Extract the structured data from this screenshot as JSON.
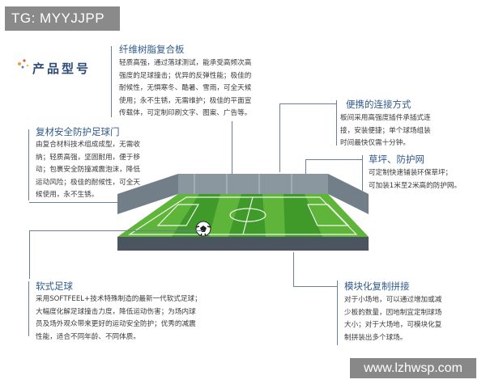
{
  "tag": "TG: MYYJJPP",
  "product_title": "产品型号",
  "sections": {
    "fiber": {
      "title": "纤维树脂复合板",
      "lines": [
        "轻质高强，通过落球测试，能承受高频次高",
        "强度的足球撞击；优异的反弹性能；极佳的",
        "耐候性，无惧寒冬、酷暑、雪雨，可全天候",
        "使用；永不生锈，无需维护；极佳的平面宣",
        "传载体，可定制印刷文字、图案、广告等。"
      ]
    },
    "goal": {
      "title": "复材安全防护足球门",
      "lines": [
        "由复合材料技术组成成型，无需收",
        "纳；轻质高强，坚固耐用，便于移",
        "动；包裹安全防撞减震泡沫，降低",
        "运动风险；极佳的耐候性，可全天",
        "候使用，永不生锈。"
      ]
    },
    "connect": {
      "title": "便携的连接方式",
      "lines": [
        "板间采用高强度插件承插式连",
        "接，安装便捷；单个球场组装",
        "时间最快仅需十分钟。"
      ]
    },
    "turf": {
      "title": "草坪、防护网",
      "lines": [
        "可定制快速铺装环保草坪；",
        "可加装1米至2米高的防护网。"
      ]
    },
    "ball": {
      "title": "软式足球",
      "lines": [
        "采用SOFTFEEL+技术特殊制造的最新一代软式足球；",
        "大幅度化解足球撞击力度，降低运动伤害；为场内球",
        "员及场外观众带来更好的运动安全防护；优秀的减震",
        "性能，适合不同年龄、不同体质。"
      ]
    },
    "modular": {
      "title": "模块化复制拼接",
      "lines": [
        "对于小场地，可以通过增加或减",
        "少板的数量，因地制宜定制球场",
        "大小；对于大场地，可模块化复",
        "制拼装出多个球场。"
      ]
    }
  },
  "watermark": "www.lzhwsp.com",
  "colors": {
    "heading": "#2f5a8a",
    "grass_light": "#5fb43a",
    "grass_dark": "#3f9a2a",
    "wall": "#7d8a92",
    "base": "#4a5560"
  }
}
